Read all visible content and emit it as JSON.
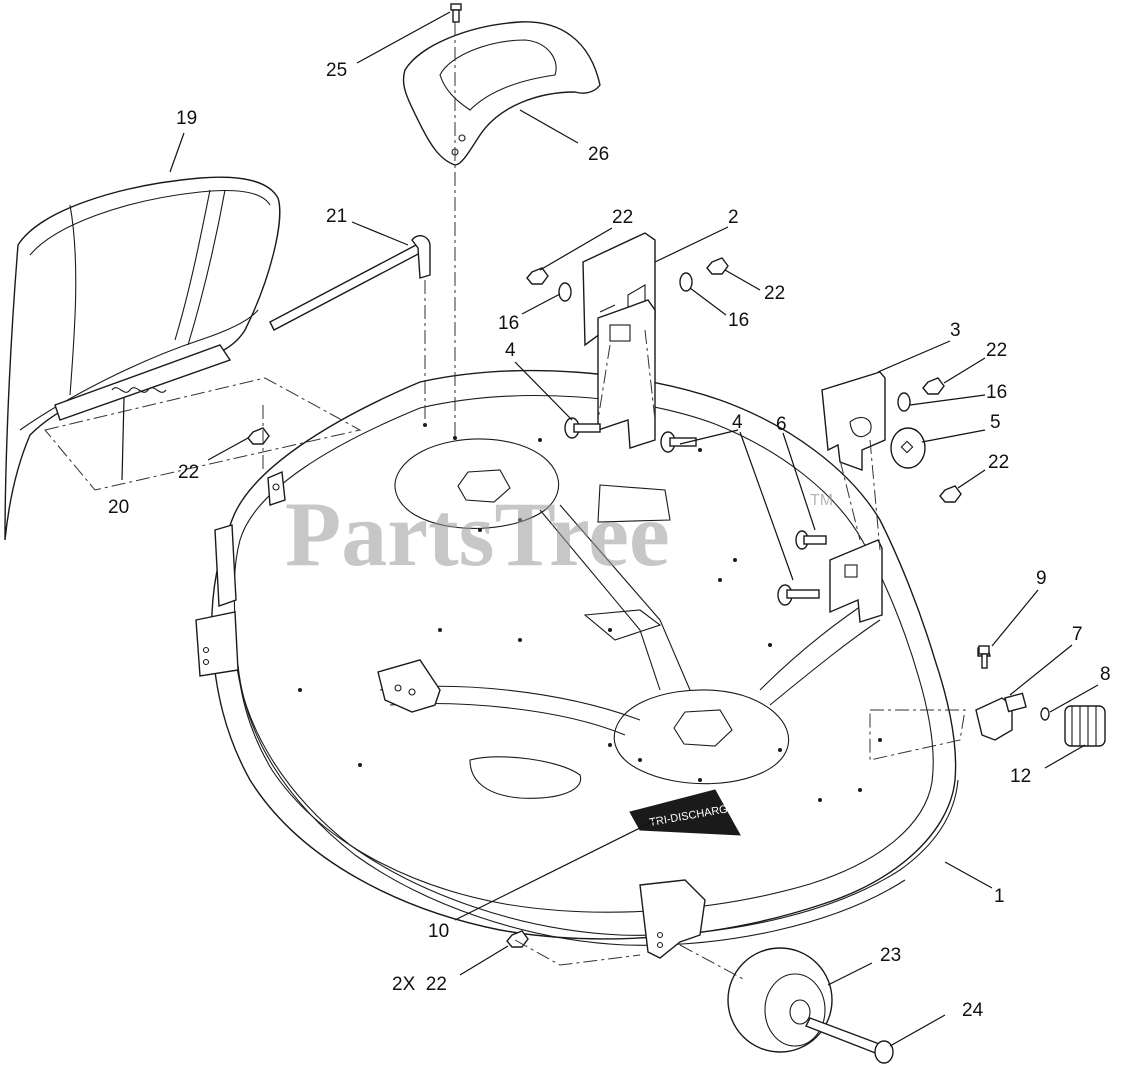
{
  "watermark": {
    "text": "PartsTree",
    "tm": "TM"
  },
  "callouts": [
    {
      "id": "c1",
      "label": "1"
    },
    {
      "id": "c2",
      "label": "2"
    },
    {
      "id": "c3",
      "label": "3"
    },
    {
      "id": "c4a",
      "label": "4"
    },
    {
      "id": "c4b",
      "label": "4"
    },
    {
      "id": "c5",
      "label": "5"
    },
    {
      "id": "c6",
      "label": "6"
    },
    {
      "id": "c7",
      "label": "7"
    },
    {
      "id": "c8",
      "label": "8"
    },
    {
      "id": "c9",
      "label": "9"
    },
    {
      "id": "c10",
      "label": "10"
    },
    {
      "id": "c12",
      "label": "12"
    },
    {
      "id": "c16a",
      "label": "16"
    },
    {
      "id": "c16b",
      "label": "16"
    },
    {
      "id": "c16c",
      "label": "16"
    },
    {
      "id": "c19",
      "label": "19"
    },
    {
      "id": "c20",
      "label": "20"
    },
    {
      "id": "c21",
      "label": "21"
    },
    {
      "id": "c22a",
      "label": "22"
    },
    {
      "id": "c22b",
      "label": "22"
    },
    {
      "id": "c22c",
      "label": "22"
    },
    {
      "id": "c22d",
      "label": "22"
    },
    {
      "id": "c22e",
      "label": "22"
    },
    {
      "id": "c22f",
      "label": "2X  22"
    },
    {
      "id": "c23",
      "label": "23"
    },
    {
      "id": "c24",
      "label": "24"
    },
    {
      "id": "c25",
      "label": "25"
    },
    {
      "id": "c26",
      "label": "26"
    }
  ]
}
